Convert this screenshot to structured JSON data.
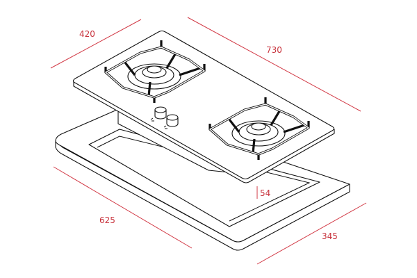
{
  "title": "Gas hob installation dimensions",
  "dimensions": {
    "width_top": "420",
    "length_top": "730",
    "cutout_length": "625",
    "cutout_width": "345",
    "height": "54"
  },
  "colors": {
    "dimension": "#d23a46",
    "line": "#111111"
  }
}
